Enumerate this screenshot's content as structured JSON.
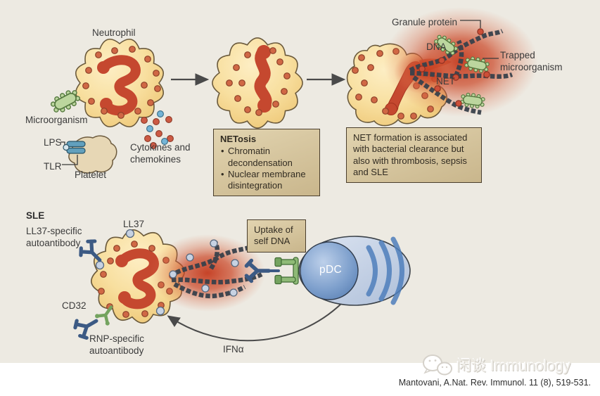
{
  "palette": {
    "diagram_background": "#edeae2",
    "cell_fill": "#f8df9f",
    "cell_outline": "#6b5a3c",
    "nucleus_red": "#c5482f",
    "net_cloud_red": "#c43a1e",
    "granule_dot": "#d06845",
    "microorganism_green": "#bcd69e",
    "cytokine_blue": "#74b4d6",
    "box_tan": "#d7c69f",
    "antibody_blue": "#3c5a84",
    "receptor_green": "#74a35f",
    "pdc_blue": "#aebfd9",
    "arrow_gray": "#4a4a4a"
  },
  "top": {
    "neutrophil": "Neutrophil",
    "microorganism": "Microorganism",
    "lps": "LPS",
    "tlr": "TLR",
    "platelet": "Platelet",
    "cytokines": "Cytokines and chemokines",
    "granule_protein": "Granule protein",
    "dna": "DNA",
    "trapped": "Trapped microorganism",
    "net": "NET",
    "netosis_box": {
      "title": "NETosis",
      "bullets": [
        "Chromatin decondensation",
        "Nuclear membrane disintegration"
      ]
    },
    "net_formation_box": "NET formation is associated with bacterial clearance but also with thrombosis, sepsis and SLE"
  },
  "bottom": {
    "sle": "SLE",
    "ll37_autoantibody": "LL37-specific autoantibody",
    "ll37": "LL37",
    "cd32": "CD32",
    "rnp_autoantibody": "RNP-specific autoantibody",
    "uptake_box": "Uptake of self DNA",
    "pdc": "pDC",
    "ifn_alpha": "IFNα"
  },
  "footer": {
    "watermark": "闲谈 Immunology",
    "citation": "Mantovani, A.Nat. Rev. Immunol. 11 (8), 519-531."
  }
}
